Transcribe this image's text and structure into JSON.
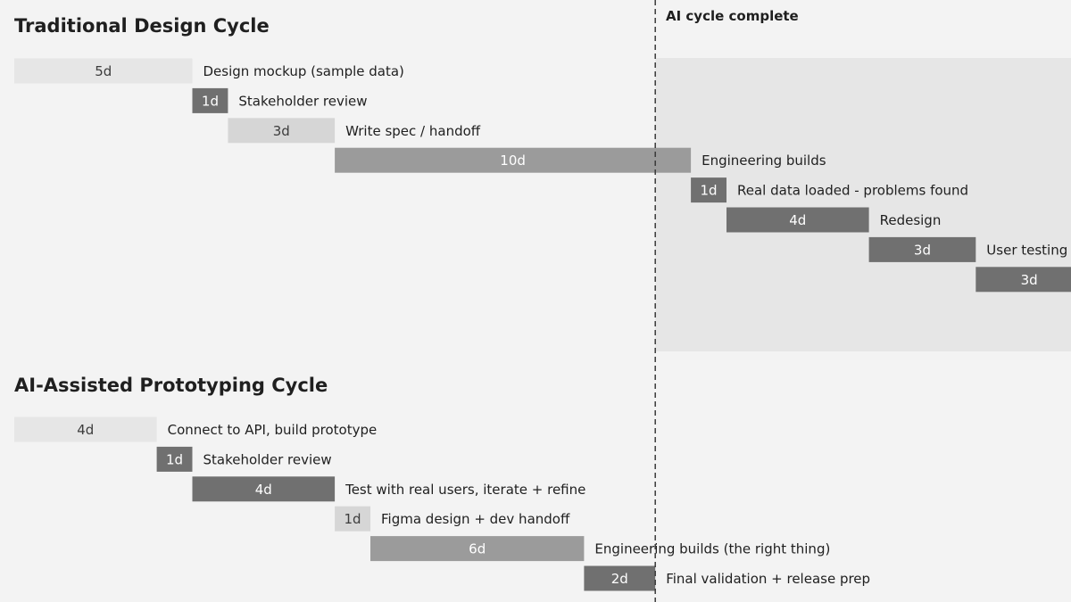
{
  "marker_label": "AI cycle complete",
  "colors": {
    "background": "#f3f3f3",
    "highlight_region": "#e6e6e6",
    "light": "#e6e6e6",
    "medium_light": "#d6d6d6",
    "medium": "#9b9b9b",
    "dark": "#707070",
    "marker_line": "#3a3a3a"
  },
  "chart_data": [
    {
      "type": "gantt",
      "title": "Traditional Design Cycle",
      "x_unit": "days",
      "tasks": [
        {
          "label": "Design mockup (sample data)",
          "duration_label": "5d",
          "start": 0,
          "duration": 5,
          "shade": "light"
        },
        {
          "label": "Stakeholder review",
          "duration_label": "1d",
          "start": 5,
          "duration": 1,
          "shade": "dark"
        },
        {
          "label": "Write spec / handoff",
          "duration_label": "3d",
          "start": 6,
          "duration": 3,
          "shade": "medium_light"
        },
        {
          "label": "Engineering builds",
          "duration_label": "10d",
          "start": 9,
          "duration": 10,
          "shade": "medium"
        },
        {
          "label": "Real data loaded - problems found",
          "duration_label": "1d",
          "start": 19,
          "duration": 1,
          "shade": "dark"
        },
        {
          "label": "Redesign",
          "duration_label": "4d",
          "start": 20,
          "duration": 4,
          "shade": "dark"
        },
        {
          "label": "User testing",
          "duration_label": "3d",
          "start": 24,
          "duration": 3,
          "shade": "dark"
        },
        {
          "label": "",
          "duration_label": "3d",
          "start": 27,
          "duration": 3,
          "shade": "dark"
        }
      ]
    },
    {
      "type": "gantt",
      "title": "AI-Assisted Prototyping Cycle",
      "x_unit": "days",
      "tasks": [
        {
          "label": "Connect to API, build prototype",
          "duration_label": "4d",
          "start": 0,
          "duration": 4,
          "shade": "light"
        },
        {
          "label": "Stakeholder review",
          "duration_label": "1d",
          "start": 4,
          "duration": 1,
          "shade": "dark"
        },
        {
          "label": "Test with real users, iterate + refine",
          "duration_label": "4d",
          "start": 5,
          "duration": 4,
          "shade": "dark"
        },
        {
          "label": "Figma design + dev handoff",
          "duration_label": "1d",
          "start": 9,
          "duration": 1,
          "shade": "medium_light"
        },
        {
          "label": "Engineering builds (the right thing)",
          "duration_label": "6d",
          "start": 10,
          "duration": 6,
          "shade": "medium"
        },
        {
          "label": "Final validation + release prep",
          "duration_label": "2d",
          "start": 16,
          "duration": 2,
          "shade": "dark"
        }
      ]
    }
  ],
  "marker_day": 18
}
